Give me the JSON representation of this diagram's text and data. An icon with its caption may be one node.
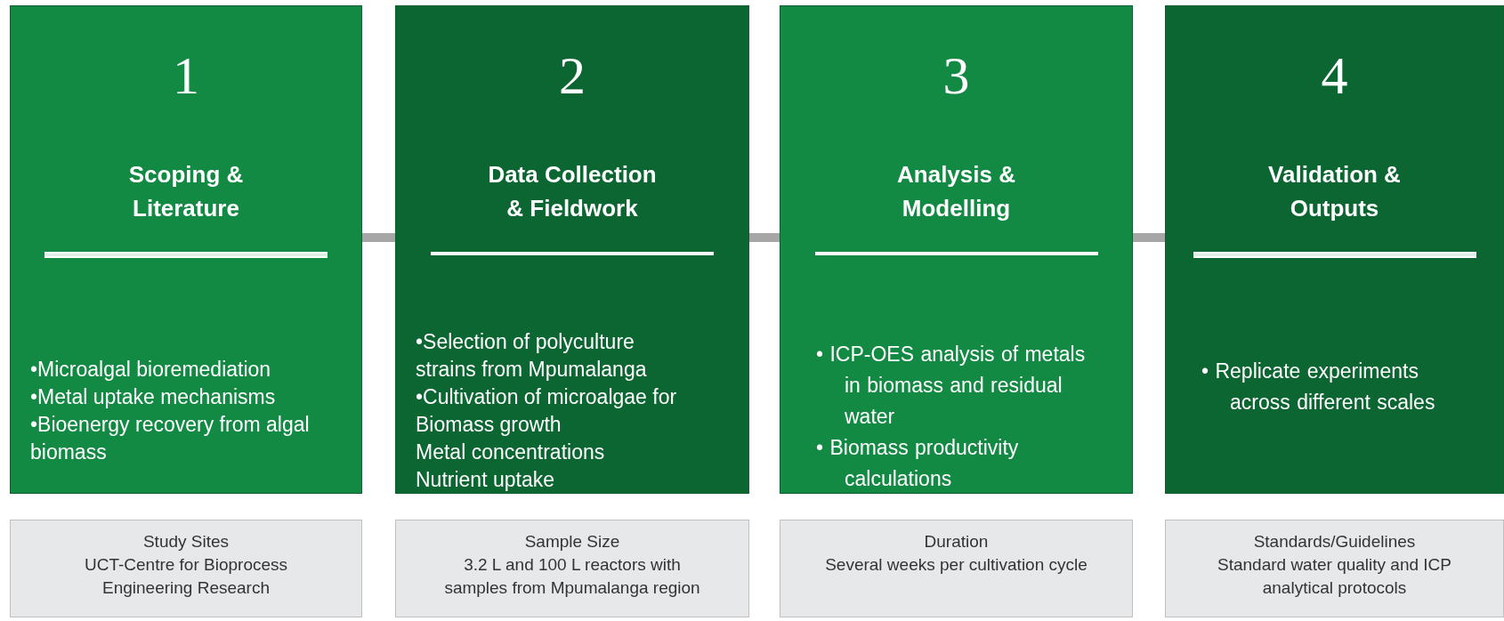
{
  "diagram": {
    "nodes": [
      {
        "text": [
          "1",
          "Scoping & Literature",
          "•Microalgal bioremediation",
          "•Metal uptake mechanisms",
          "•Bioenergy recovery from algal biomass"
        ]
      },
      {
        "text": [
          "2",
          "Data Collection & Fieldwork",
          "•Selection of polyculture strains from Mpumalanga",
          "•Cultivation of microalgae for Biomass growth",
          "Metal concentrations",
          "Nutrient uptake"
        ]
      },
      {
        "text": [
          "3",
          "Analysis & Modelling",
          "• ICP-OES analysis of metals in biomass and residual water",
          "• Biomass productivity calculations"
        ]
      },
      {
        "text": [
          "4",
          "Validation & Outputs",
          "• Replicate experiments across different scales"
        ]
      },
      {
        "text": [
          "Study Sites",
          "UCT-Centre for Bioprocess Engineering Research"
        ]
      },
      {
        "text": [
          "Sample Size",
          "3.2 L and 100 L reactors with samples from Mpumalanga region"
        ]
      },
      {
        "text": [
          "Duration",
          "Several weeks per cultivation cycle"
        ]
      },
      {
        "text": [
          "Standards/Guidelines",
          "Standard water quality and ICP analytical protocols"
        ]
      }
    ],
    "edges": [
      {
        "from": 0,
        "to": 1,
        "arrow": "none"
      },
      {
        "from": 1,
        "to": 2,
        "arrow": "none"
      },
      {
        "from": 2,
        "to": 3,
        "arrow": "none"
      }
    ]
  }
}
